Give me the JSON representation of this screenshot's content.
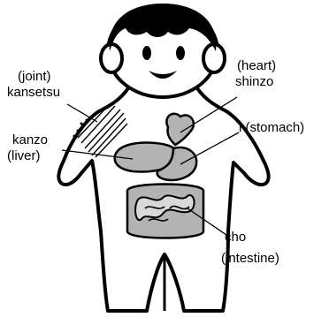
{
  "labels": {
    "joint_line1": "(joint)",
    "joint_line2": "kansetsu",
    "heart_line1": "(heart)",
    "heart_line2": "shinzo",
    "stomach": "i (stomach)",
    "liver_line1": "kanzo",
    "liver_line2": "(liver)",
    "intestine_line1": "cho",
    "intestine_line2": "(intestine)"
  },
  "colors": {
    "outline": "#000000",
    "body_fill": "#ffffff",
    "organ_fill": "#b3b3b3",
    "hair_fill": "#000000"
  }
}
